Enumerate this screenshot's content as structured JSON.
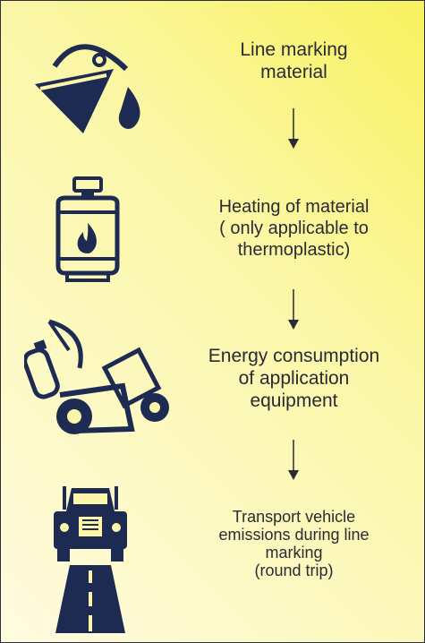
{
  "steps": [
    {
      "label_line1": "Line marking",
      "label_line2": "material",
      "icon": "paint-bucket-icon"
    },
    {
      "label_line1": "Heating of material",
      "label_line2": "( only applicable to",
      "label_line3": "thermoplastic)",
      "icon": "gas-cylinder-icon"
    },
    {
      "label_line1": "Energy consumption",
      "label_line2": "of application",
      "label_line3": "equipment",
      "icon": "line-marking-machine-icon"
    },
    {
      "label_line1": "Transport vehicle",
      "label_line2": "emissions during line",
      "label_line3": "marking",
      "label_line4": "(round trip)",
      "icon": "truck-on-road-icon"
    }
  ],
  "colors": {
    "icon": "#1d2a52",
    "text": "#2a2a33",
    "arrow": "#2a2a33"
  }
}
